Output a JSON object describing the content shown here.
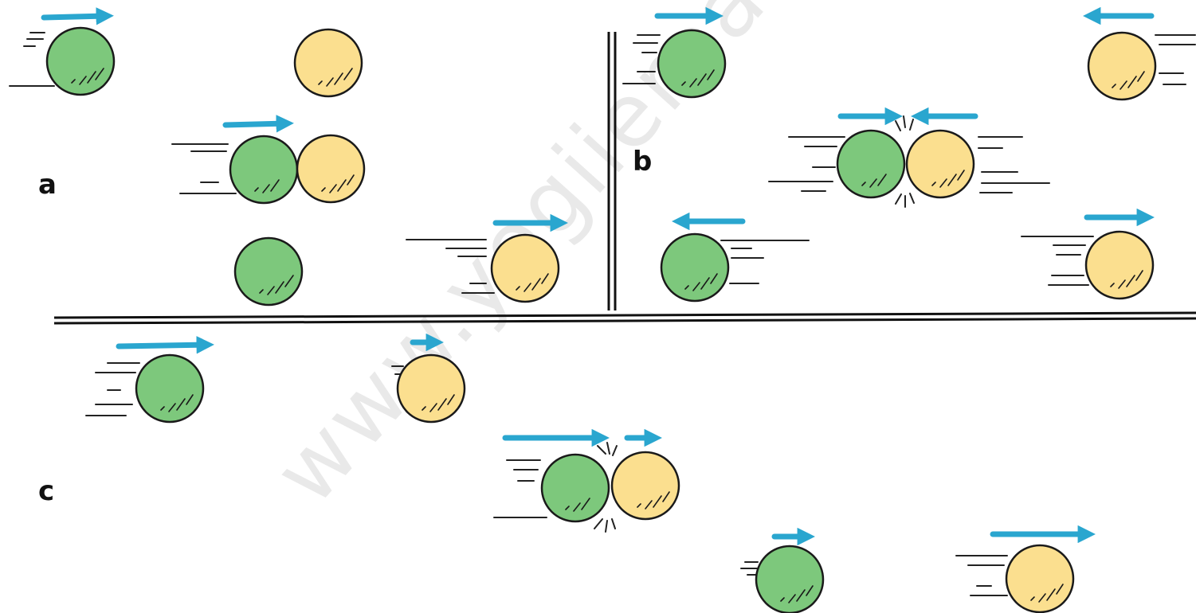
{
  "watermark": "www.yogiieroad",
  "colors": {
    "green_ball": "#7dc87c",
    "yellow_ball": "#fbdf8f",
    "arrow": "#2aa6cf",
    "outline": "#1a1a1a",
    "divider": "#111111",
    "background": "#ffffff"
  },
  "panels": [
    {
      "label": "a",
      "description_icons": [
        "green-ball",
        "yellow-ball",
        "arrow-right"
      ]
    },
    {
      "label": "b",
      "description_icons": [
        "green-ball",
        "yellow-ball",
        "arrow-left",
        "arrow-right",
        "impact-burst"
      ]
    },
    {
      "label": "c",
      "description_icons": [
        "green-ball",
        "yellow-ball",
        "arrow-right",
        "impact-burst"
      ]
    }
  ]
}
